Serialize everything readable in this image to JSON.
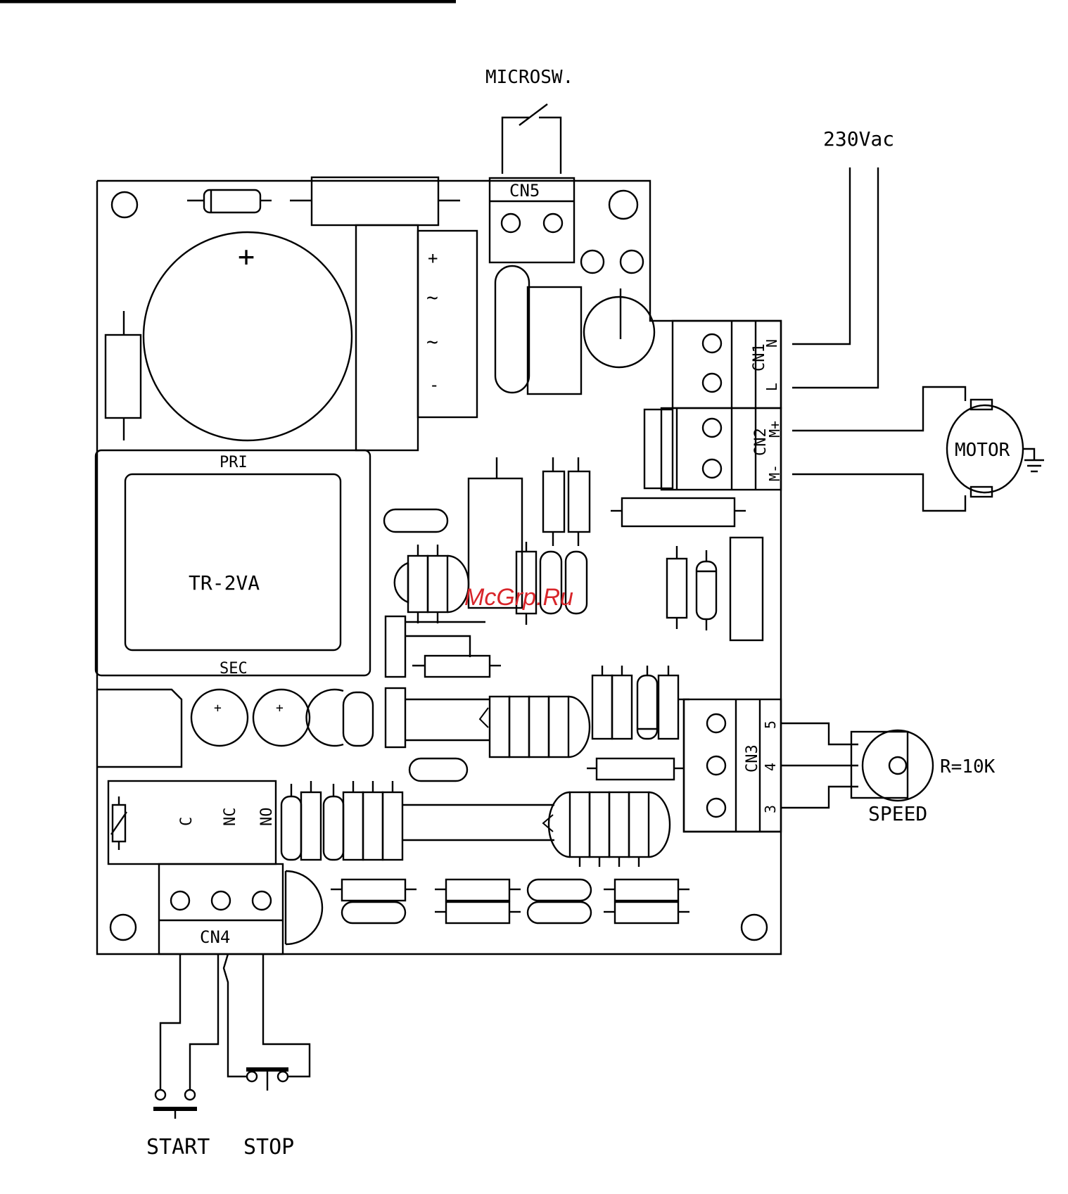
{
  "labels": {
    "microsw": "MICROSW.",
    "supply": "230Vac",
    "motor": "MOTOR",
    "pot_value": "R=10K",
    "speed": "SPEED",
    "transformer": "TR-2VA",
    "pri": "PRI",
    "sec": "SEC",
    "start": "START",
    "stop": "STOP"
  },
  "terminals": {
    "mains": [
      "N",
      "L"
    ],
    "motor": [
      "M+",
      "M-"
    ],
    "pot": [
      "5",
      "4",
      "3"
    ],
    "relay": [
      "C",
      "NC",
      "NO"
    ]
  },
  "connector_marks": {
    "cn1": "CN1",
    "cn2": "CN2",
    "cn3": "CN3",
    "cn4": "CN4",
    "cn5": "CN5"
  },
  "bridge_marks": [
    "+",
    "~",
    "~",
    "-"
  ],
  "capacitor_plus": "+",
  "watermark": "McGrp.Ru",
  "colors": {
    "line": "#000000",
    "background": "#ffffff",
    "watermark": "#d8252a"
  }
}
